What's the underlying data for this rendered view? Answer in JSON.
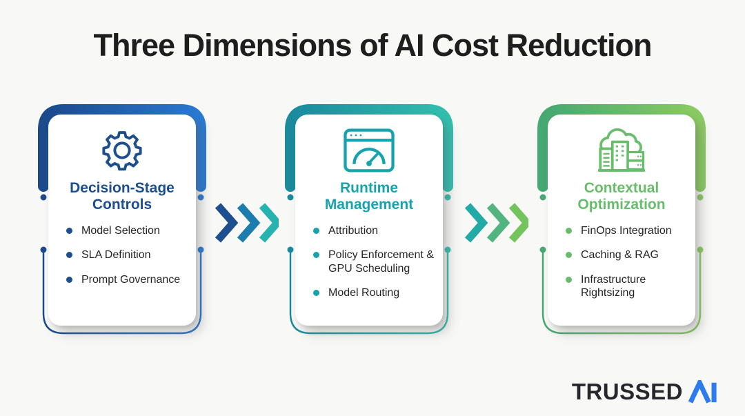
{
  "title": "Three Dimensions of AI Cost Reduction",
  "cards": [
    {
      "title": "Decision-Stage Controls",
      "accent": "#1d4e8e",
      "band_from": "#1c4a8a",
      "band_to": "#2a79d2",
      "icon": "gear-icon",
      "bullets": [
        "Model Selection",
        "SLA Definition",
        "Prompt Governance"
      ]
    },
    {
      "title": "Runtime Management",
      "accent": "#17a3ad",
      "band_from": "#1a8a9d",
      "band_to": "#33bfae",
      "icon": "speedometer-browser-icon",
      "bullets": [
        "Attribution",
        "Policy Enforcement & GPU Scheduling",
        "Model Routing"
      ]
    },
    {
      "title": "Contextual Optimization",
      "accent": "#68bd6c",
      "band_from": "#46a872",
      "band_to": "#8ccb62",
      "icon": "cloud-infrastructure-icon",
      "bullets": [
        "FinOps Integration",
        "Caching & RAG",
        "Infrastructure Rightsizing"
      ]
    }
  ],
  "arrows": [
    {
      "colors": [
        "#1d4f8e",
        "#1b7dad",
        "#26b2af"
      ]
    },
    {
      "colors": [
        "#22aaa6",
        "#52b580",
        "#74c45e"
      ]
    }
  ],
  "brand": {
    "name": "TRUSSED",
    "mark": "AI",
    "mark_color": "#2e7bf0"
  }
}
